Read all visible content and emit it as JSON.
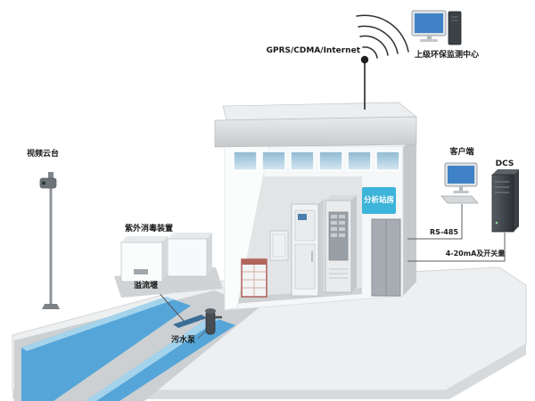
{
  "diagram": {
    "labels": {
      "internet": "GPRS/CDMA/Internet",
      "monitor_center": "上级环保监测中心",
      "client": "客户端",
      "dcs": "DCS",
      "rs485": "RS-485",
      "analog_signal": "4-20mA及开关量",
      "video_ptz": "视频云台",
      "uv_disinfection": "紫外消毒装置",
      "overflow_weir": "溢流堰",
      "sewage_pump": "污水泵",
      "station_sign": "分析站房"
    },
    "colors": {
      "water": "#55a5d8",
      "water_light": "#a4d3ec",
      "sign": "#3db4da",
      "screen": "#3f83c6",
      "platform": "#edeff0"
    }
  }
}
